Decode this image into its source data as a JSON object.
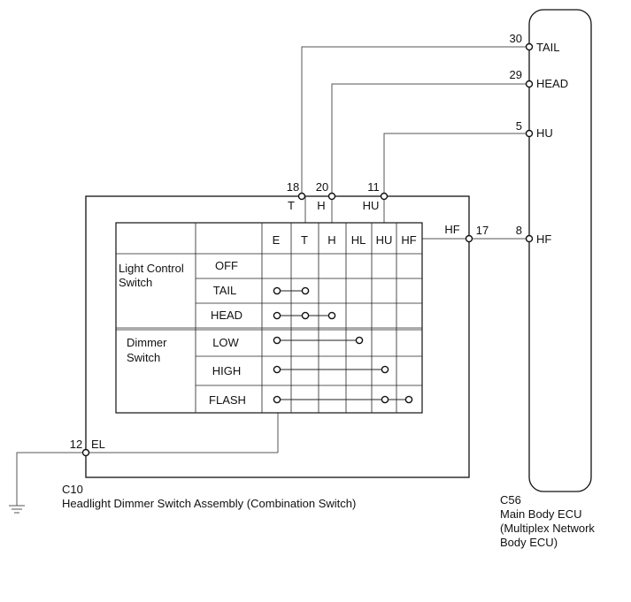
{
  "ecu": {
    "code": "C56",
    "name_lines": [
      "Main Body ECU",
      "(Multiplex Network",
      "Body ECU)"
    ],
    "pins": [
      {
        "num": "30",
        "label": "TAIL"
      },
      {
        "num": "29",
        "label": "HEAD"
      },
      {
        "num": "5",
        "label": "HU"
      },
      {
        "num": "8",
        "label": "HF"
      }
    ]
  },
  "switch_assembly": {
    "code": "C10",
    "name": "Headlight Dimmer Switch Assembly (Combination Switch)",
    "top_pins": [
      {
        "num": "18",
        "label": "T"
      },
      {
        "num": "20",
        "label": "H"
      },
      {
        "num": "11",
        "label": "HU"
      }
    ],
    "side_pin": {
      "num": "17",
      "label": "HF"
    },
    "ground_pin": {
      "num": "12",
      "label": "EL"
    }
  },
  "table": {
    "columns": [
      "E",
      "T",
      "H",
      "HL",
      "HU",
      "HF"
    ],
    "groups": [
      {
        "name_lines": [
          "Light Control",
          "Switch"
        ],
        "positions": [
          "OFF",
          "TAIL",
          "HEAD"
        ]
      },
      {
        "name_lines": [
          "Dimmer",
          "Switch"
        ],
        "positions": [
          "LOW",
          "HIGH",
          "FLASH"
        ]
      }
    ],
    "continuity": {
      "OFF": [],
      "TAIL": [
        "E",
        "T"
      ],
      "HEAD": [
        "E",
        "T",
        "H"
      ],
      "LOW": [
        "E",
        "HL"
      ],
      "HIGH": [
        "E",
        "HU"
      ],
      "FLASH": [
        "E",
        "HU",
        "HF"
      ]
    }
  },
  "colors": {
    "line": "#111111",
    "wire": "#555555",
    "background": "#ffffff"
  }
}
